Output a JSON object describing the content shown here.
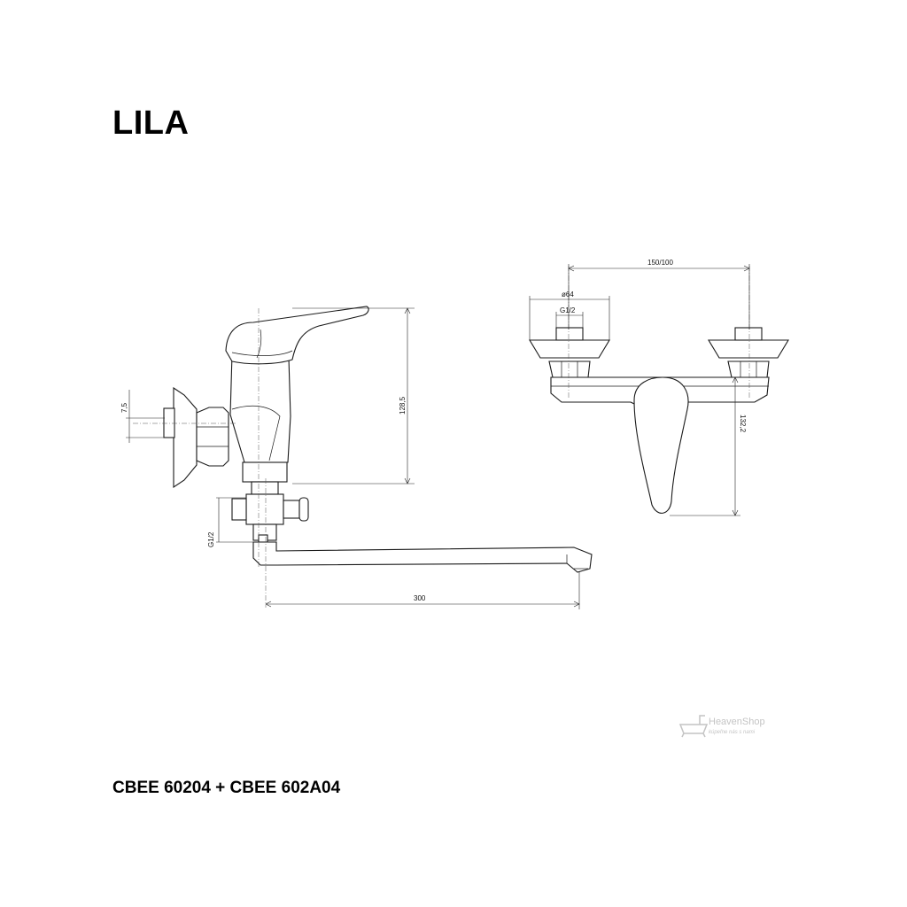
{
  "title": "LILA",
  "model": "CBEE 60204 + CBEE 602A04",
  "dimensions": {
    "side_height": "128,5",
    "side_inlet": "7,5",
    "side_thread": "G1/2",
    "spout_length": "300",
    "front_spacing": "150/100",
    "front_flange": "ø64",
    "front_thread": "G1/2",
    "front_height": "132,2"
  },
  "watermark": {
    "brand": "HeavenShop",
    "tagline": "kúpeľne nás s nami"
  },
  "colors": {
    "line": "#1a1a1a",
    "watermark": "#c4c4c4"
  }
}
